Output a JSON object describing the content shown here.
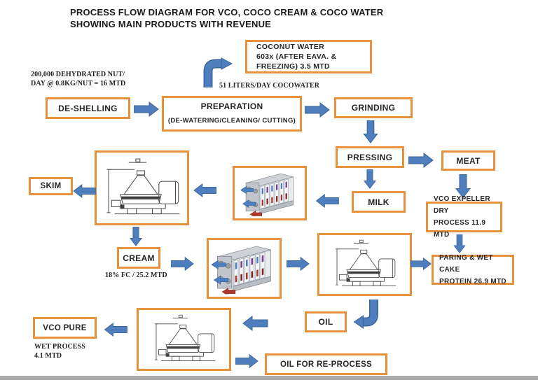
{
  "title": {
    "line1": "PROCESS FLOW DIAGRAM FOR VCO, COCO CREAM & COCO WATER",
    "line2": "SHOWING MAIN PRODUCTS WITH REVENUE"
  },
  "colors": {
    "box_border": "#E8913B",
    "arrow_fill": "#4E7EBE",
    "arrow_stroke": "#3C6496"
  },
  "icons": {
    "separator_machine": "disc-separator-technical-drawing",
    "heat_exchanger": "plate-heat-exchanger-drawing"
  },
  "nodes": {
    "coconut_water": {
      "lines": [
        "COCONUT WATER",
        "603x (AFTER EAVA. &",
        "FREEZING) 3.5 MTD"
      ]
    },
    "de_shelling": {
      "label": "DE-SHELLING"
    },
    "preparation": {
      "label": "PREPARATION",
      "sub": "(DE-WATERING/CLEANING/ CUTTING)"
    },
    "grinding": {
      "label": "GRINDING"
    },
    "pressing": {
      "label": "PRESSING"
    },
    "meat": {
      "label": "MEAT"
    },
    "milk": {
      "label": "MILK"
    },
    "skim": {
      "label": "SKIM"
    },
    "cream": {
      "label": "CREAM"
    },
    "vco_expeller": {
      "lines": [
        "VCO EXPELLER DRY",
        "PROCESS 11.9 MTD"
      ]
    },
    "paring": {
      "lines": [
        "PARING & WET CAKE",
        "PROTEIN 26.9 MTD"
      ]
    },
    "oil": {
      "label": "OIL"
    },
    "vco_pure": {
      "label": "VCO PURE"
    },
    "oil_reprocess": {
      "label": "OIL FOR RE-PROCESS"
    }
  },
  "annotations": {
    "input_note": [
      "200,000 DEHYDRATED NUT/",
      "DAY @ 0.8KG/NUT = 16 MTD"
    ],
    "cocowater_note": "51 LITERS/DAY COCOWATER",
    "cream_note": "18% FC / 25.2 MTD",
    "vco_pure_note": [
      "WET PROCESS",
      "4.1 MTD"
    ]
  }
}
